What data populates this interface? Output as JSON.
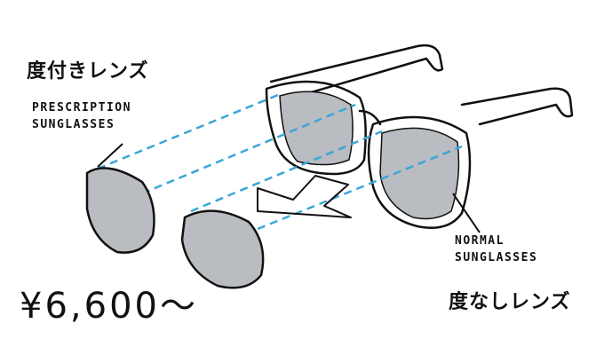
{
  "labels": {
    "prescription_jp": "度付きレンズ",
    "prescription_en_1": "PRESCRIPTION",
    "prescription_en_2": "SUNGLASSES",
    "normal_en_1": "NORMAL",
    "normal_en_2": "SUNGLASSES",
    "normal_jp": "度なしレンズ",
    "price": "¥6,600～"
  },
  "colors": {
    "dash": "#3aa6d6",
    "lens": "#b9bcc0",
    "line": "#111111"
  }
}
